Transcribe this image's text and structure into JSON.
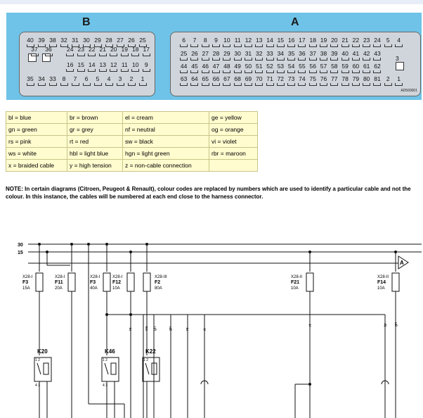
{
  "connectors": {
    "b": {
      "title": "B",
      "row1": [
        "40",
        "39",
        "38",
        "32",
        "31",
        "30",
        "29",
        "28",
        "27",
        "26",
        "25"
      ],
      "row2_left": [
        "37",
        "36"
      ],
      "row2_right": [
        "24",
        "23",
        "22",
        "21",
        "20",
        "19",
        "18",
        "17"
      ],
      "row3_right": [
        "16",
        "15",
        "14",
        "13",
        "12",
        "11",
        "10",
        "9"
      ],
      "row4": [
        "35",
        "34",
        "33",
        "8",
        "7",
        "6",
        "5",
        "4",
        "3",
        "2",
        "1"
      ]
    },
    "a": {
      "title": "A",
      "row1": [
        "6",
        "7",
        "8",
        "9",
        "10",
        "11",
        "12",
        "13",
        "14",
        "15",
        "16",
        "17",
        "18",
        "19",
        "20",
        "21",
        "22",
        "23",
        "24",
        "5",
        "4"
      ],
      "row2": [
        "25",
        "26",
        "27",
        "28",
        "29",
        "30",
        "31",
        "32",
        "33",
        "34",
        "35",
        "36",
        "37",
        "38",
        "39",
        "40",
        "41",
        "42",
        "43"
      ],
      "row2_side": "3",
      "row3": [
        "44",
        "45",
        "46",
        "47",
        "48",
        "49",
        "50",
        "51",
        "52",
        "53",
        "54",
        "55",
        "56",
        "57",
        "58",
        "59",
        "60",
        "61",
        "62"
      ],
      "row4": [
        "63",
        "64",
        "65",
        "66",
        "67",
        "68",
        "69",
        "70",
        "71",
        "72",
        "73",
        "74",
        "75",
        "76",
        "77",
        "78",
        "79",
        "80",
        "81",
        "2",
        "1"
      ],
      "code": "AD560001"
    }
  },
  "legend": [
    [
      "bl = blue",
      "br = brown",
      "el = cream",
      "ge = yellow"
    ],
    [
      "gn = green",
      "gr = grey",
      "nf = neutral",
      "og = orange"
    ],
    [
      "rs = pink",
      "rt = red",
      "sw = black",
      "vi = violet"
    ],
    [
      "ws = white",
      "hbl = light blue",
      "hgn = light green",
      "rbr = maroon"
    ],
    [
      "x = braided cable",
      "y = high tension",
      "z = non-cable connection",
      ""
    ]
  ],
  "note": "NOTE: In certain diagrams (Citroen, Peugeot & Renault), colour codes are replaced by numbers which are used to identify a particular cable and not the colour. In this instance, the cables will be numbered at each end close to the harness connector.",
  "wiring": {
    "rails": [
      "30",
      "15"
    ],
    "fuses": [
      {
        "conn": "X28-I",
        "name": "F3",
        "rating": "15A"
      },
      {
        "conn": "X28-I",
        "name": "F11",
        "rating": "20A"
      },
      {
        "conn": "X28-I",
        "name": "F3",
        "rating": "40A"
      },
      {
        "conn": "X28-I",
        "name": "F12",
        "rating": "10A"
      },
      {
        "conn": "X28-III",
        "name": "F2",
        "rating": "80A"
      },
      {
        "conn": "X28-II",
        "name": "F21",
        "rating": "10A"
      },
      {
        "conn": "X28-II",
        "name": "F14",
        "rating": "10A"
      }
    ],
    "relays": [
      "K20",
      "K46",
      "K22"
    ],
    "relay_pins_top": "1 2",
    "relay_pins_bottom": "4 3",
    "wire_labels": [
      "rs",
      "ws",
      "gn",
      "gn",
      "rs",
      "rt",
      "rt",
      "br",
      "gn"
    ],
    "marker": "A"
  }
}
